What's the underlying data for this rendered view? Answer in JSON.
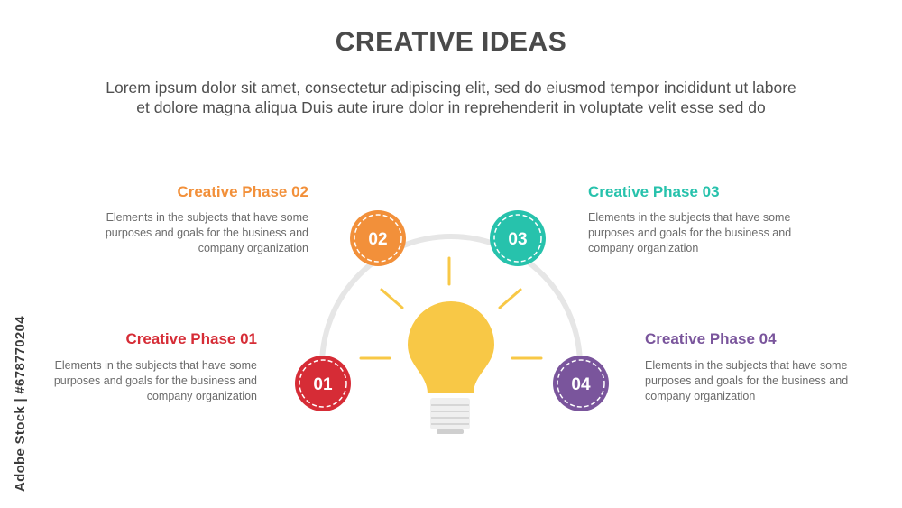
{
  "title": "CREATIVE IDEAS",
  "subtitle_line1": "Lorem ipsum dolor sit amet, consectetur adipiscing elit, sed do eiusmod tempor incididunt ut labore",
  "subtitle_line2": "et dolore magna aliqua Duis aute irure dolor in reprehenderit in voluptate velit esse sed do",
  "phases": [
    {
      "title": "Creative Phase 01",
      "number": "01",
      "color": "#d62c36",
      "desc_line1": "Elements in the subjects  that have some",
      "desc_line2": "purposes and goals for the  business and",
      "desc_line3": "company organization"
    },
    {
      "title": "Creative Phase 02",
      "number": "02",
      "color": "#f2903a",
      "desc_line1": "Elements in the subjects  that have some",
      "desc_line2": "purposes and goals for the  business and",
      "desc_line3": "company organization"
    },
    {
      "title": "Creative Phase 03",
      "number": "03",
      "color": "#27c2ac",
      "desc_line1": "Elements in the subjects  that have some",
      "desc_line2": "purposes and goals for the  business and",
      "desc_line3": "company organization"
    },
    {
      "title": "Creative Phase 04",
      "number": "04",
      "color": "#7a559c",
      "desc_line1": "Elements in the subjects  that have some",
      "desc_line2": "purposes and goals for the  business and",
      "desc_line3": "company organization"
    }
  ],
  "bulb_color": "#f8c846",
  "watermark": "Adobe Stock | #678770204"
}
